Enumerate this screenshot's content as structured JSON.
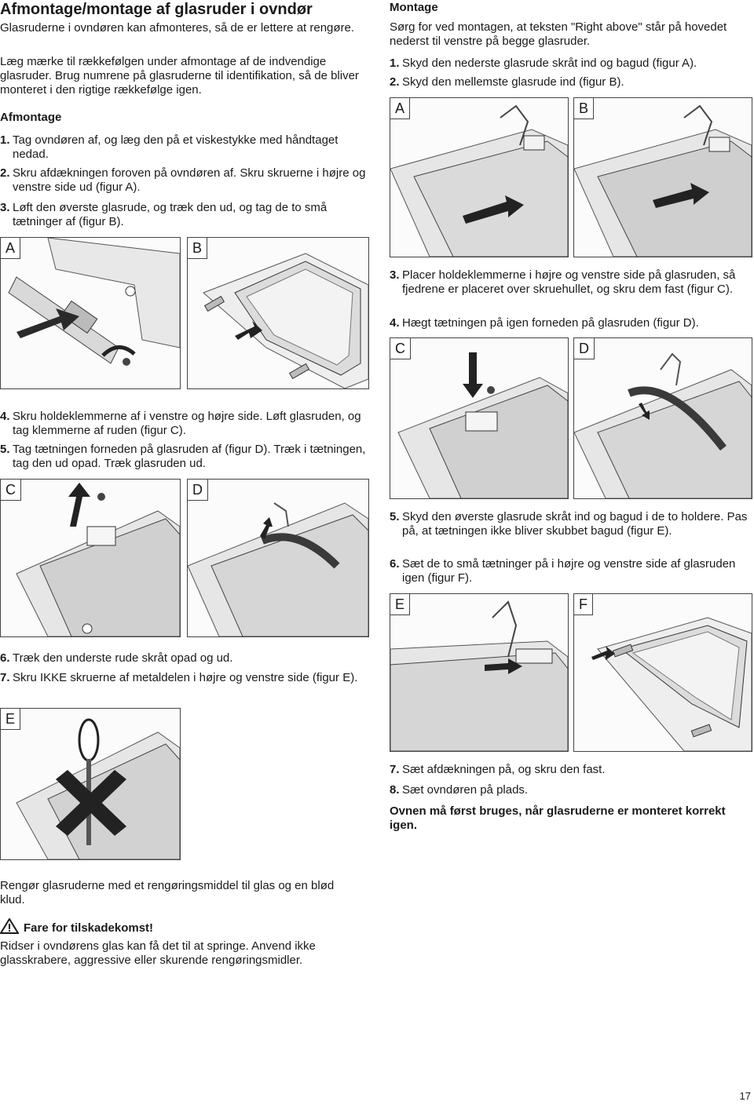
{
  "page": {
    "title": "Afmontage/montage af glasruder i ovndør",
    "page_number": "17"
  },
  "left": {
    "intro1": "Glasruderne i ovndøren kan afmonteres, så de er lettere at rengøre.",
    "intro2": "Læg mærke til rækkefølgen under afmontage af de indvendige glasruder. Brug numrene på glasruderne til identifikation, så de bliver monteret i den rigtige rækkefølge igen.",
    "afmontage_heading": "Afmontage",
    "steps_a": [
      {
        "num": "1.",
        "text": "Tag ovndøren af, og læg den på et viskestykke med håndtaget nedad."
      },
      {
        "num": "2.",
        "text": "Skru afdækningen foroven på ovndøren af. Skru skruerne i højre og venstre side ud (figur A)."
      },
      {
        "num": "3.",
        "text": "Løft den øverste glasrude, og træk den ud, og tag de to små tætninger af (figur B)."
      }
    ],
    "steps_b": [
      {
        "num": "4.",
        "text": "Skru holdeklemmerne af i venstre og højre side. Løft glasruden, og tag klemmerne af ruden (figur C)."
      },
      {
        "num": "5.",
        "text": "Tag tætningen forneden på glasruden af (figur D). Træk i tætningen, tag den ud opad. Træk glasruden ud."
      }
    ],
    "steps_c": [
      {
        "num": "6.",
        "text": "Træk den underste rude skråt opad og ud."
      },
      {
        "num": "7.",
        "text": "Skru IKKE skruerne af metaldelen i højre og venstre side (figur E)."
      }
    ],
    "figs": [
      "A",
      "B",
      "C",
      "D",
      "E"
    ]
  },
  "right": {
    "montage_heading": "Montage",
    "montage_intro": "Sørg for ved montagen, at teksten \"Right above\" står på hovedet nederst til venstre på begge glasruder.",
    "steps_a": [
      {
        "num": "1.",
        "text": "Skyd den nederste glasrude skråt ind og bagud (figur A)."
      },
      {
        "num": "2.",
        "text": "Skyd den mellemste glasrude ind (figur B)."
      }
    ],
    "steps_b": [
      {
        "num": "3.",
        "text": "Placer holdeklemmerne i højre og venstre side på glasruden, så fjedrene er placeret over skruehullet, og skru dem fast (figur C)."
      },
      {
        "num": "4.",
        "text": "Hægt tætningen på igen forneden på glasruden (figur D)."
      }
    ],
    "steps_c": [
      {
        "num": "5.",
        "text": "Skyd den øverste glasrude skråt ind og bagud i de to holdere. Pas på, at tætningen ikke bliver skubbet bagud (figur E)."
      },
      {
        "num": "6.",
        "text": "Sæt de to små tætninger på i højre og venstre side af glasruden igen (figur F)."
      }
    ],
    "steps_d": [
      {
        "num": "7.",
        "text": "Sæt afdækningen på, og skru den fast."
      },
      {
        "num": "8.",
        "text": "Sæt ovndøren på plads."
      }
    ],
    "final_note": "Ovnen må først bruges, når glasruderne er monteret korrekt igen.",
    "figs": [
      "A",
      "B",
      "C",
      "D",
      "E",
      "F"
    ]
  },
  "bottom": {
    "cleaning": "Rengør glasruderne med et rengøringsmiddel til glas og en blød klud.",
    "warning_title": "Fare for tilskadekomst!",
    "warning_text": "Ridser i ovndørens glas kan få det til at springe. Anvend ikke glasskrabere, aggressive eller skurende rengøringsmidler."
  }
}
